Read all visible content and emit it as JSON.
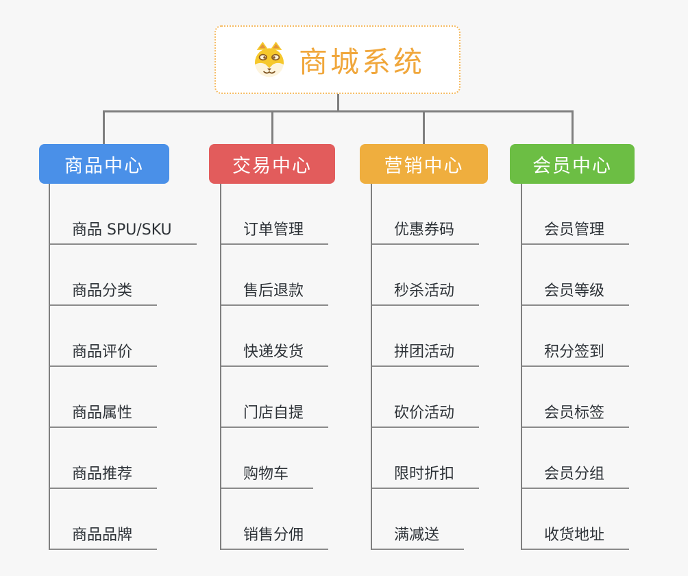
{
  "root": {
    "label": "商城系统",
    "icon": "shiba-dog-icon",
    "accent_color": "#f0a73c",
    "border_color": "#f5bb62"
  },
  "branches": [
    {
      "label": "商品中心",
      "color": "#4a90e8",
      "items": [
        "商品 SPU/SKU",
        "商品分类",
        "商品评价",
        "商品属性",
        "商品推荐",
        "商品品牌"
      ]
    },
    {
      "label": "交易中心",
      "color": "#e25c5c",
      "items": [
        "订单管理",
        "售后退款",
        "快递发货",
        "门店自提",
        "购物车",
        "销售分佣"
      ]
    },
    {
      "label": "营销中心",
      "color": "#efae3e",
      "items": [
        "优惠券码",
        "秒杀活动",
        "拼团活动",
        "砍价活动",
        "限时折扣",
        "满减送"
      ]
    },
    {
      "label": "会员中心",
      "color": "#6cbe44",
      "items": [
        "会员管理",
        "会员等级",
        "积分签到",
        "会员标签",
        "会员分组",
        "收货地址"
      ]
    }
  ],
  "colors": {
    "background": "#f7f7f7",
    "connector": "#7f7f7f",
    "underline": "#8a8a8a",
    "item_text": "#2e3338"
  }
}
